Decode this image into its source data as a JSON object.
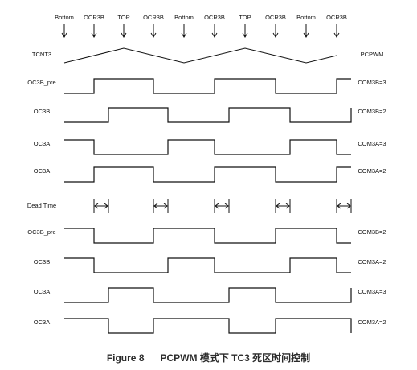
{
  "caption": {
    "figure": "Figure 8",
    "title": "PCPWM 模式下 TC3 死区时间控制"
  },
  "markers": [
    "Bottom",
    "OCR3B",
    "TOP",
    "OCR3B",
    "Bottom",
    "OCR3B",
    "TOP",
    "OCR3B",
    "Bottom",
    "OCR3B"
  ],
  "counter": {
    "label": "TCNT3",
    "mode": "PCPWM"
  },
  "dead_time": {
    "label": "Dead Time",
    "count": 5
  },
  "signals_upper": [
    {
      "label": "OC3B_pre",
      "setting": "COM3B=3"
    },
    {
      "label": "OC3B",
      "setting": "COM3B=2"
    },
    {
      "label": "OC3A",
      "setting": "COM3A=3"
    },
    {
      "label": "OC3A",
      "setting": "COM3A=2"
    }
  ],
  "signals_lower": [
    {
      "label": "OC3B_pre",
      "setting": "COM3B=2"
    },
    {
      "label": "OC3B",
      "setting": "COM3A=2"
    },
    {
      "label": "OC3A",
      "setting": "COM3A=3"
    },
    {
      "label": "OC3A",
      "setting": "COM3A=2"
    }
  ],
  "colors": {
    "line": "#111111",
    "text": "#111111",
    "caption": "#2b2b2b"
  }
}
